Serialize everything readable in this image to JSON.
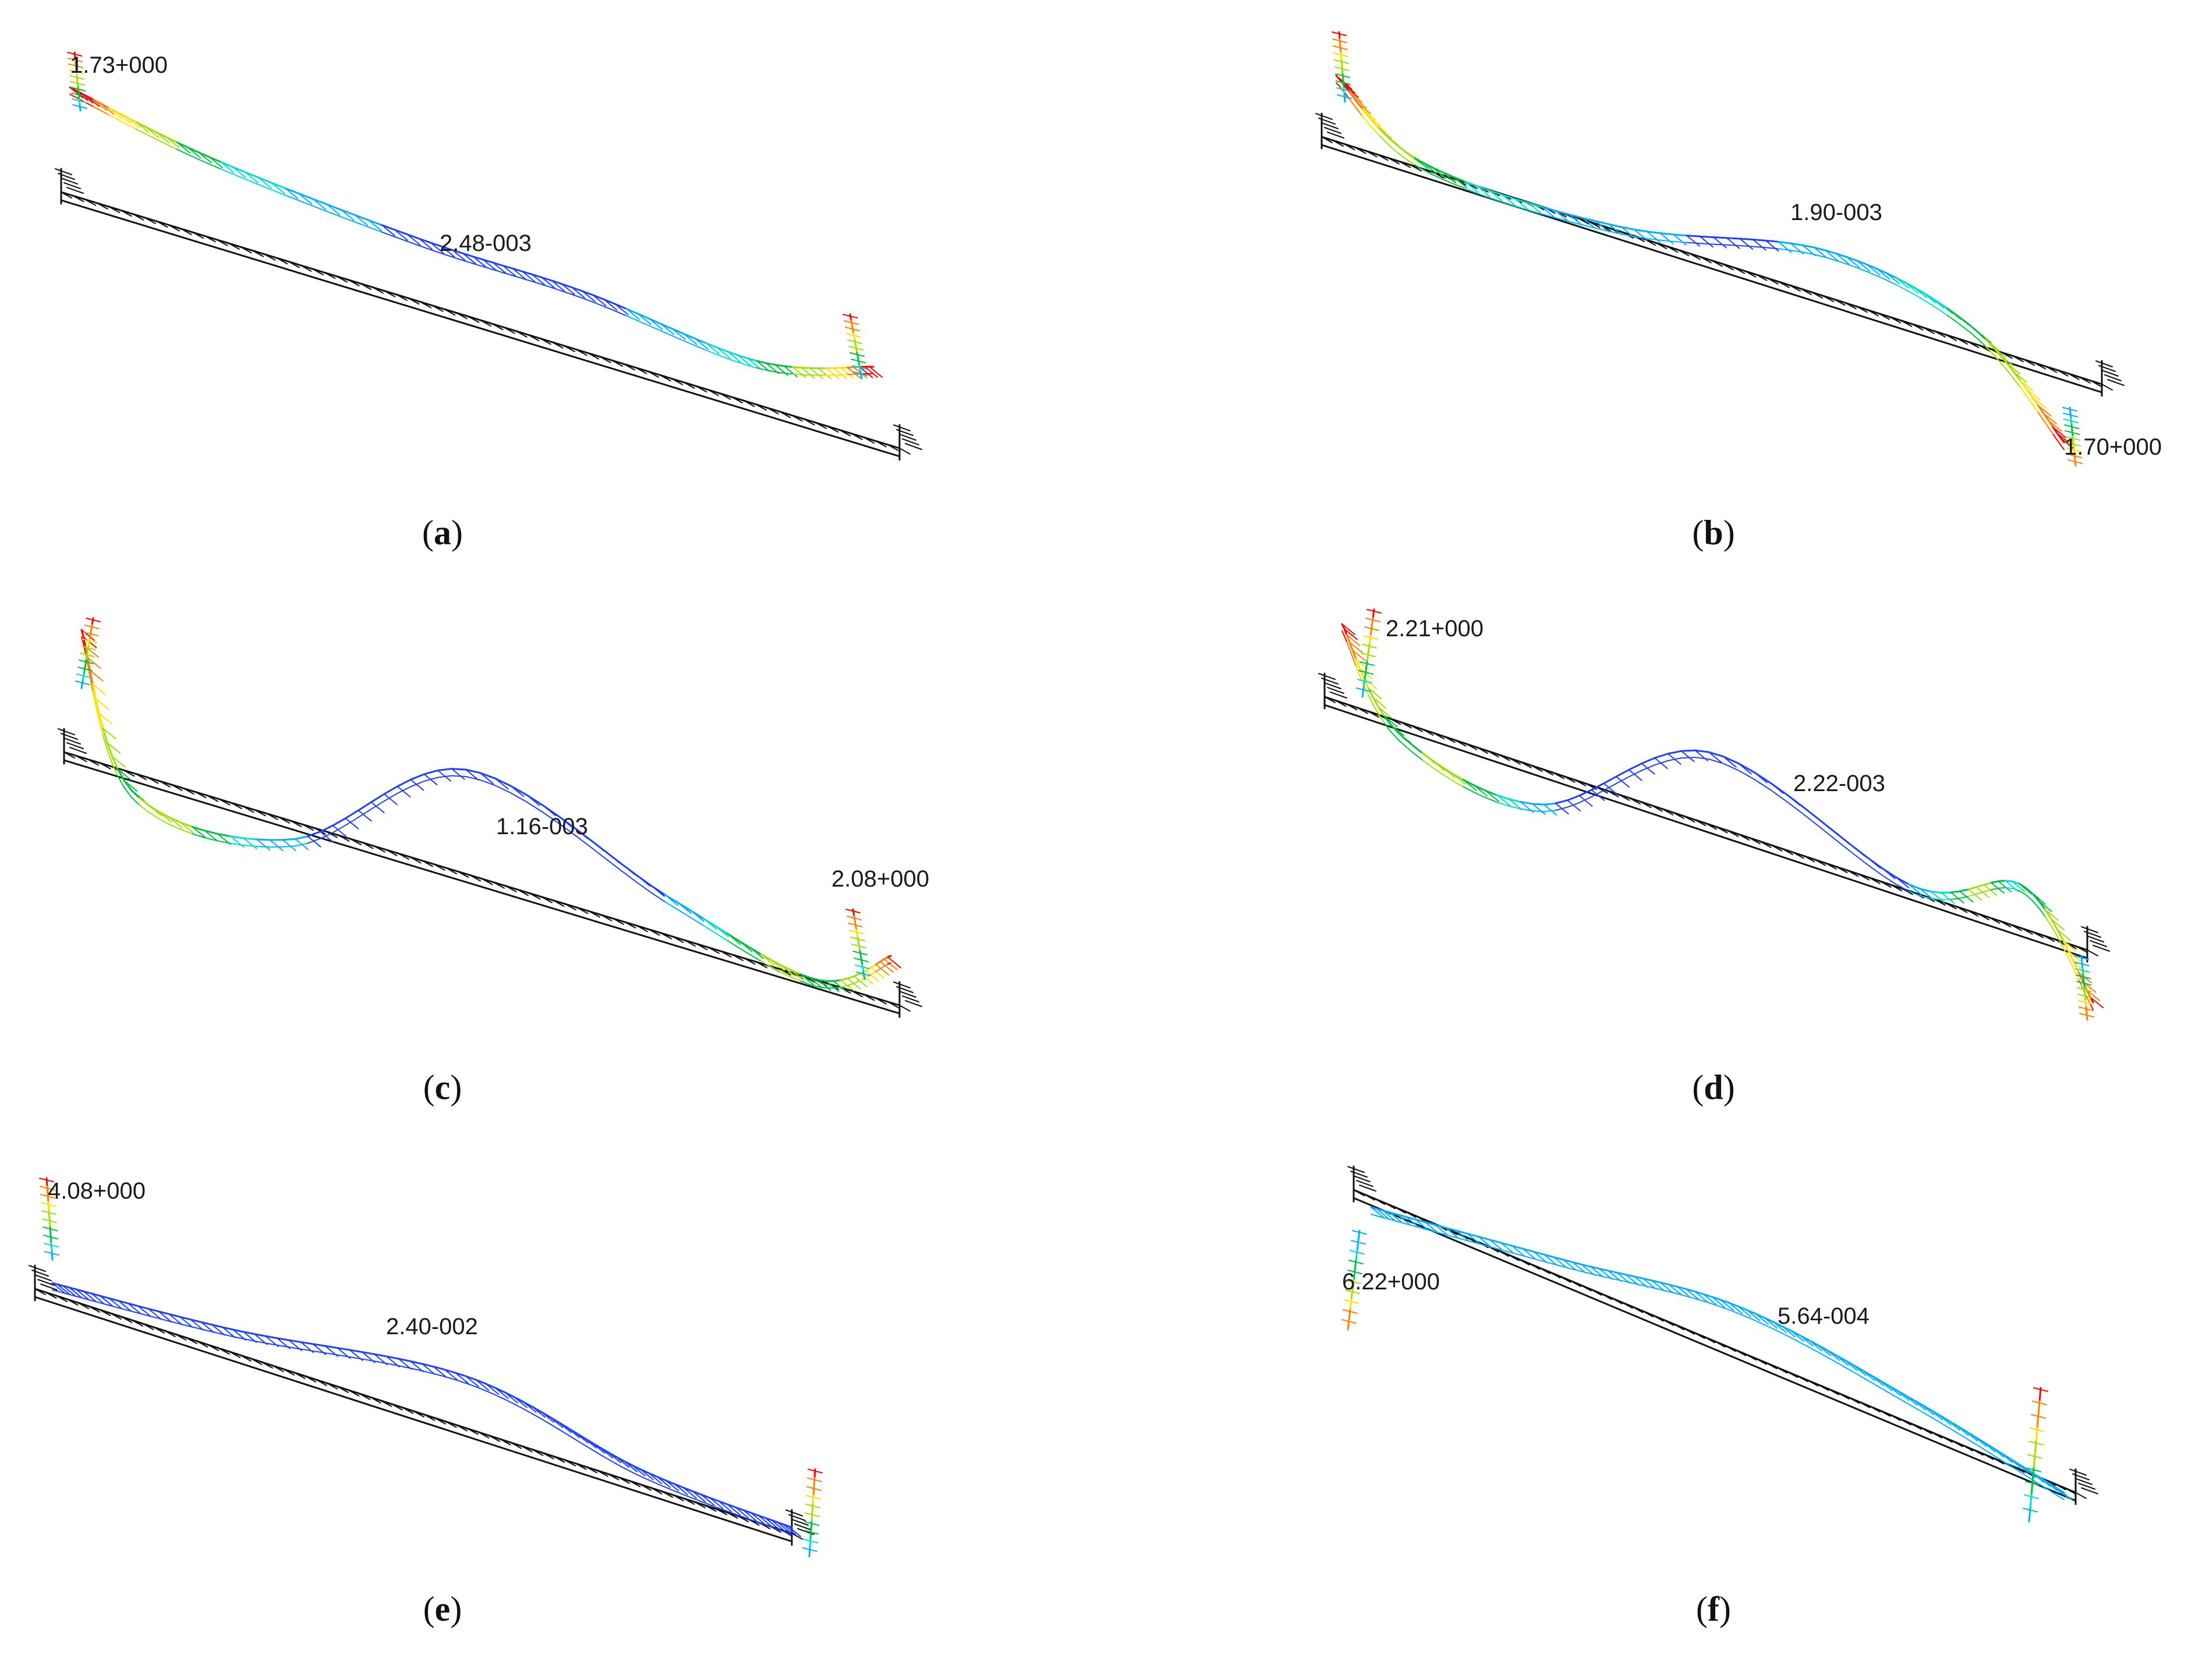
{
  "panels": [
    {
      "id": "a",
      "caption_letter": "a",
      "max_label": "1.73+000",
      "min_label": "2.48-003"
    },
    {
      "id": "b",
      "caption_letter": "b",
      "max_label": "1.70+000",
      "min_label": "1.90-003"
    },
    {
      "id": "c",
      "caption_letter": "c",
      "max_label": "2.08+000",
      "min_label": "1.16-003"
    },
    {
      "id": "d",
      "caption_letter": "d",
      "max_label": "2.21+000",
      "min_label": "2.22-003"
    },
    {
      "id": "e",
      "caption_letter": "e",
      "max_label": "4.08+000",
      "min_label": "2.40-002"
    },
    {
      "id": "f",
      "caption_letter": "f",
      "max_label": "6.22+000",
      "min_label": "5.64-004"
    }
  ],
  "colors": {
    "undeformed": "#111111",
    "contour_scale": [
      "#0000c8",
      "#2040ff",
      "#00b0ff",
      "#00e0d0",
      "#00c040",
      "#a0e000",
      "#ffe000",
      "#ff8000",
      "#ff0000"
    ]
  }
}
